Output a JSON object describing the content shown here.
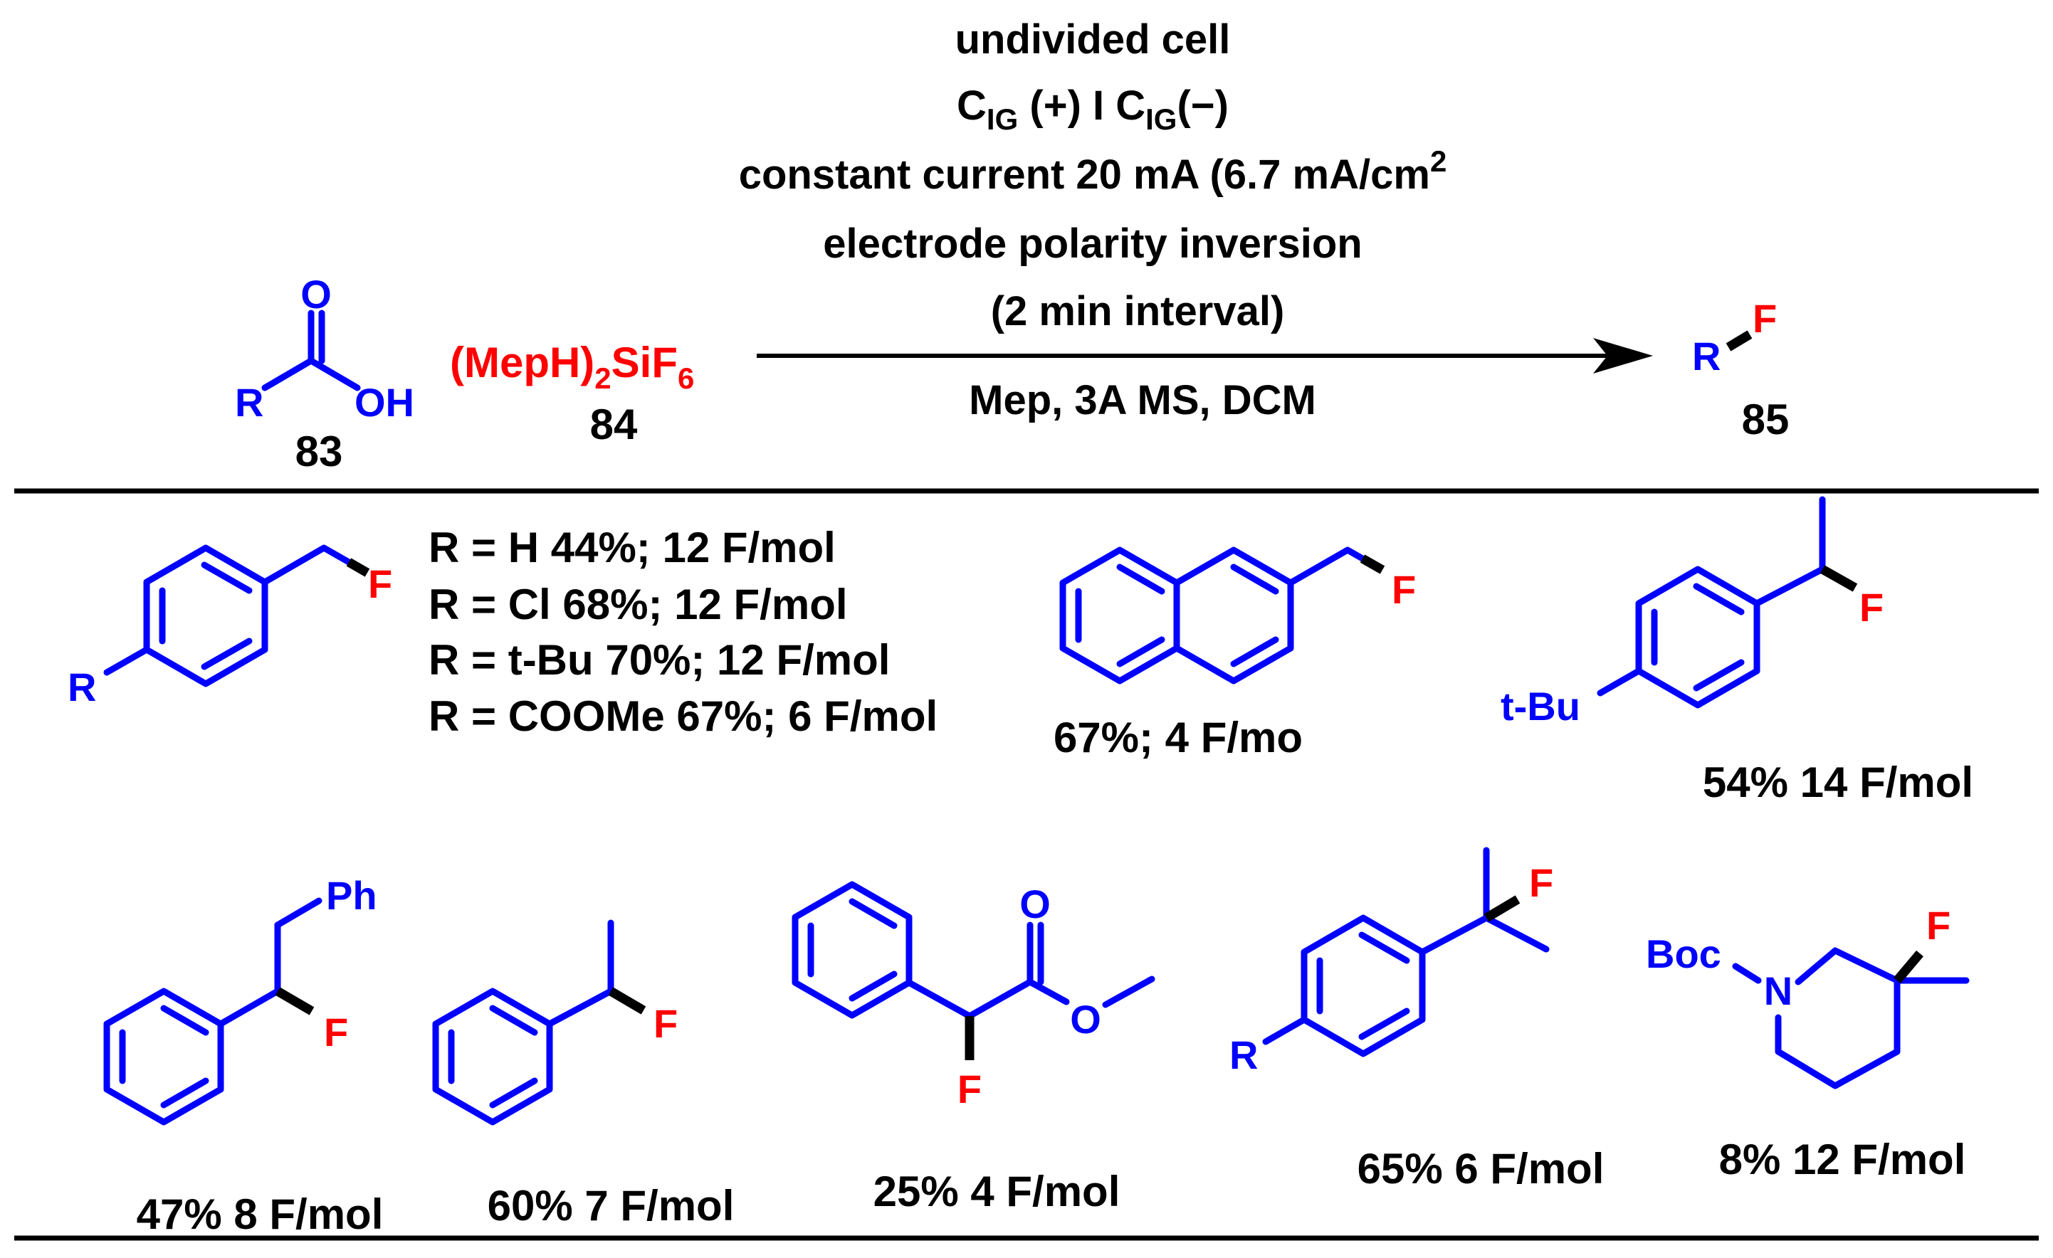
{
  "colors": {
    "text": "#000000",
    "structure": "#0000ff",
    "fluorine": "#ff0000"
  },
  "reaction": {
    "reactant_acid": {
      "atoms": {
        "o": "O",
        "oh": "OH",
        "r": "R"
      },
      "label": "83"
    },
    "reagent": {
      "formula": "(MepH)",
      "sub2": "2",
      "sif": "SiF",
      "sub6": "6",
      "label": "84"
    },
    "conditions_above": [
      "undivided cell",
      "C_IG (+) I C_IG(−)",
      "constant current 20 mA (6.7 mA/cm²",
      "electrode polarity inversion",
      "(2 min interval)"
    ],
    "conditions_above_parts": {
      "c": "C",
      "ig": "IG",
      "anode": " (+) I ",
      "cathode": "(−)",
      "current": "constant current 20 mA (6.7 mA/cm",
      "sup2": "2"
    },
    "conditions_below": "Mep, 3A MS, DCM",
    "product": {
      "r": "R",
      "f": "F",
      "label": "85"
    }
  },
  "substrates": {
    "benzyl_series": {
      "atoms": {
        "r": "R",
        "f": "F"
      },
      "lines": [
        "R = H 44%; 12 F/mol",
        "R = Cl 68%; 12 F/mol",
        "R = t-Bu 70%; 12 F/mol",
        "R = COOMe 67%; 6 F/mol"
      ]
    },
    "naphthyl": {
      "atoms": {
        "f": "F"
      },
      "caption": "67%; 4 F/mo"
    },
    "tbu_ethyl": {
      "atoms": {
        "tbu": "t-Bu",
        "f": "F"
      },
      "caption": "54% 14 F/mol"
    },
    "phenethyl": {
      "atoms": {
        "ph": "Ph",
        "f": "F"
      },
      "caption": "47% 8 F/mol"
    },
    "phenylethyl": {
      "atoms": {
        "f": "F"
      },
      "caption": "60% 7 F/mol"
    },
    "ester": {
      "atoms": {
        "o1": "O",
        "o2": "O",
        "f": "F"
      },
      "caption": "25% 4 F/mol"
    },
    "cumyl": {
      "atoms": {
        "r": "R",
        "f": "F"
      },
      "caption": "65% 6 F/mol"
    },
    "piperidine": {
      "atoms": {
        "boc": "Boc",
        "n": "N",
        "f": "F"
      },
      "caption": "8% 12 F/mol"
    }
  }
}
